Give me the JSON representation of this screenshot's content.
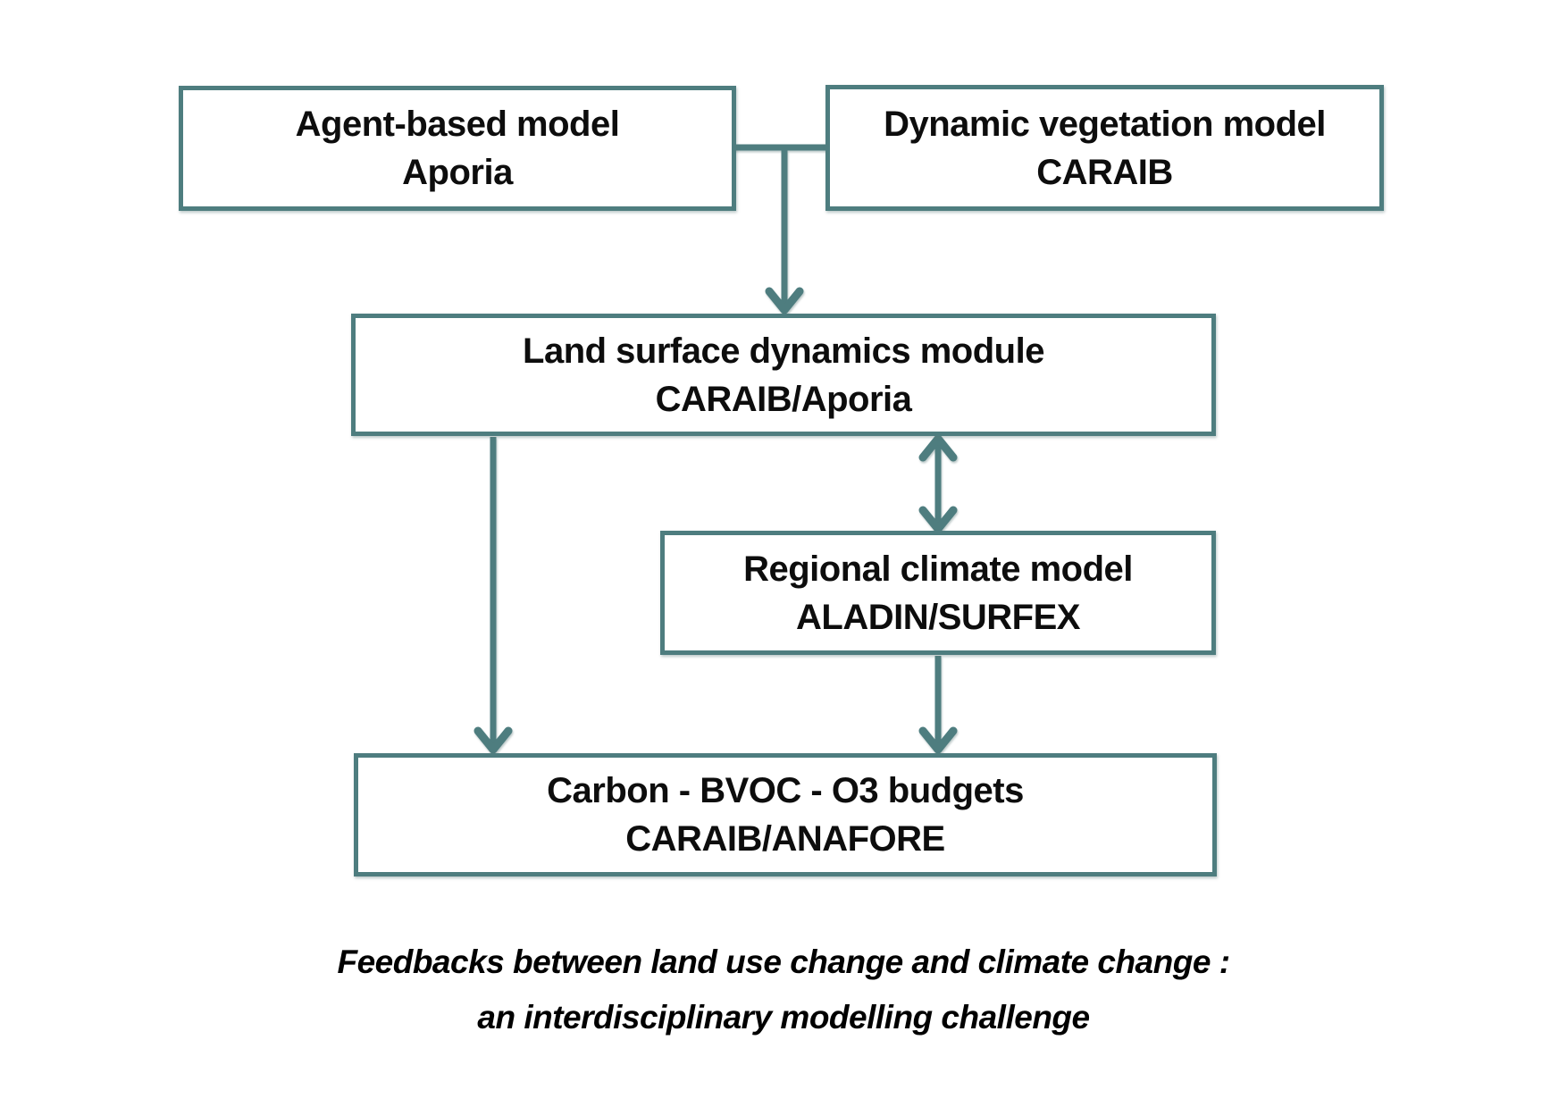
{
  "diagram": {
    "accent_color": "#4e7d7f",
    "text_color": "#0d0d0d",
    "background_color": "#ffffff",
    "nodes": {
      "agent": {
        "line1": "Agent-based model",
        "line2": "Aporia"
      },
      "vegetation": {
        "line1": "Dynamic vegetation model",
        "line2": "CARAIB"
      },
      "land_surface": {
        "line1": "Land surface dynamics module",
        "line2": "CARAIB/Aporia"
      },
      "climate": {
        "line1": "Regional climate model",
        "line2": "ALADIN/SURFEX"
      },
      "budgets": {
        "line1": "Carbon - BVOC - O3 budgets",
        "line2": "CARAIB/ANAFORE"
      }
    },
    "connectors": [
      {
        "name": "top-boxes-join-to-land-surface",
        "type": "arrow-down"
      },
      {
        "name": "land-surface-to-budgets",
        "type": "arrow-down"
      },
      {
        "name": "land-surface-climate-exchange",
        "type": "arrow-both"
      },
      {
        "name": "climate-to-budgets",
        "type": "arrow-down"
      }
    ],
    "caption": {
      "line1": "Feedbacks between land use change and climate change :",
      "line2": "an interdisciplinary modelling challenge"
    }
  }
}
